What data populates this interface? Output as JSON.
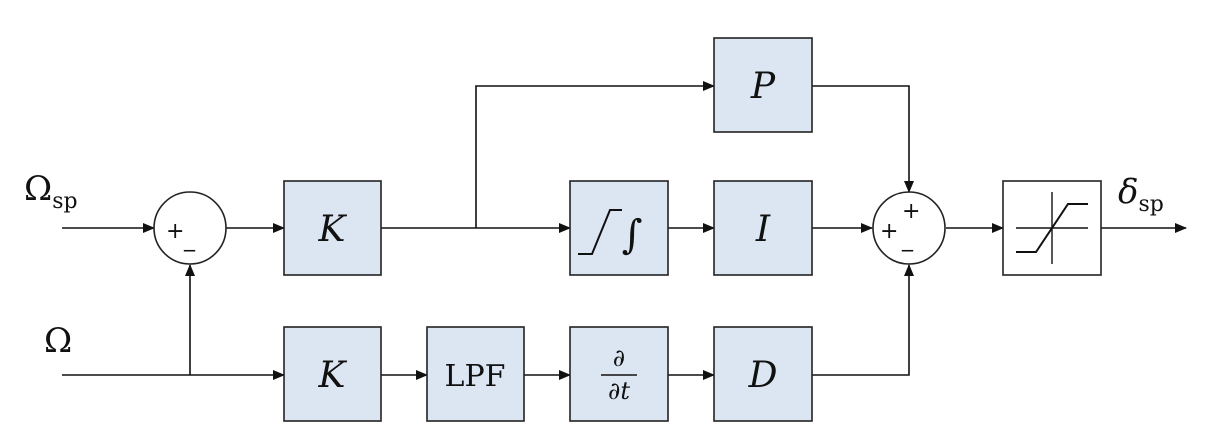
{
  "inputs": {
    "setpoint_symbol": "Ω",
    "setpoint_subscript": "sp",
    "feedback_symbol": "Ω"
  },
  "output": {
    "symbol": "δ",
    "subscript": "sp"
  },
  "blocks": {
    "k_upper": "K",
    "k_lower": "K",
    "lpf": "LPF",
    "proportional": "P",
    "integral": "I",
    "derivative": "D",
    "antiwindup_integral_symbol": "∫",
    "derivative_numerator": "∂",
    "derivative_denominator": "∂t"
  },
  "summing_junctions": {
    "error_plus": "+",
    "error_minus": "_",
    "pid_plus_top": "+",
    "pid_plus_left": "+",
    "pid_minus": "_"
  }
}
